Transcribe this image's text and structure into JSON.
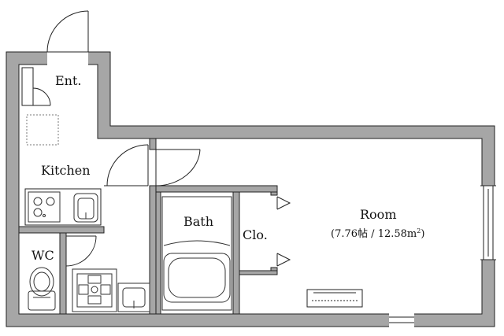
{
  "colors": {
    "wall": "#a6a6a6",
    "line": "#222222",
    "fixture_line": "#333333",
    "background": "#ffffff"
  },
  "rooms": {
    "entrance": {
      "label": "Ent."
    },
    "kitchen": {
      "label": "Kitchen"
    },
    "wc": {
      "label": "WC"
    },
    "bath": {
      "label": "Bath"
    },
    "closet": {
      "label": "Clo."
    },
    "room": {
      "label": "Room",
      "area_tatami": "7.76帖",
      "area_sep": " / ",
      "area_sqm": "12.58",
      "area_unit": "m",
      "area_unit_sup": "2",
      "paren_open": "(",
      "paren_close": ")"
    }
  },
  "icons": [
    "entrance-door-icon",
    "kitchen-door-icon",
    "room-door-icon",
    "wc-door-icon",
    "stove-icon",
    "sink-icon",
    "toilet-icon",
    "washing-machine-pan-icon",
    "washbasin-icon",
    "bathtub-icon",
    "air-conditioner-icon",
    "window-icon",
    "closet-door-icon",
    "shoe-cabinet-icon"
  ]
}
